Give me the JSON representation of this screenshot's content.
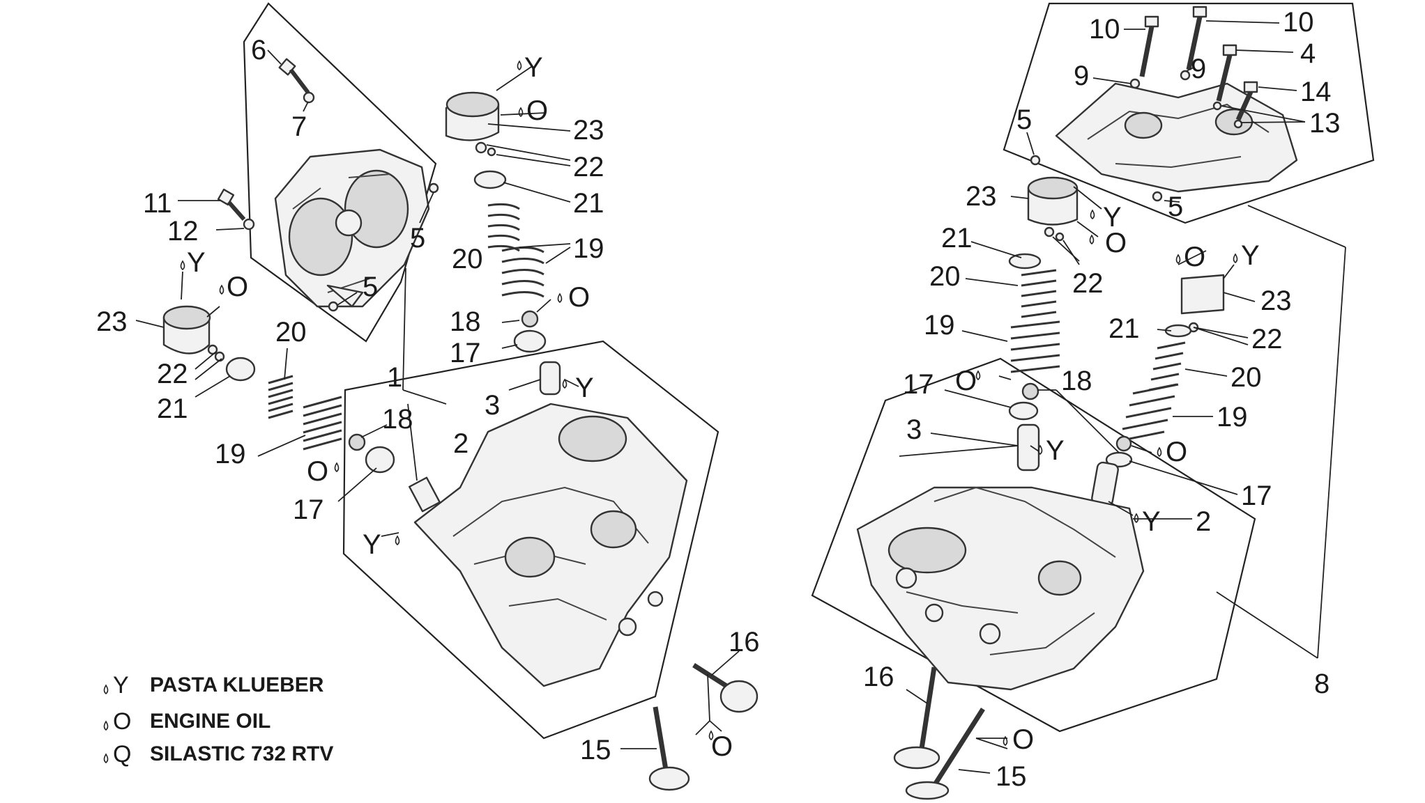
{
  "legend": [
    {
      "symbol": "Y",
      "text": "PASTA KLUEBER"
    },
    {
      "symbol": "O",
      "text": "ENGINE OIL"
    },
    {
      "symbol": "Q",
      "text": "SILASTIC 732 RTV"
    }
  ],
  "callouts": {
    "l_6": "6",
    "l_7": "7",
    "l_11": "11",
    "l_12": "12",
    "l_5a": "5",
    "l_5b": "5",
    "l_23a": "23",
    "l_y_a": "Y",
    "l_o_a": "O",
    "l_22a": "22",
    "l_21a": "21",
    "l_20a": "20",
    "l_19a": "19",
    "l_18a": "18",
    "l_o_b": "O",
    "l_17a": "17",
    "l_1": "1",
    "l_2": "2",
    "l_3": "3",
    "l_y_b": "Y",
    "l_y_c": "Y",
    "c_y_a": "Y",
    "c_o_a": "O",
    "c_23": "23",
    "c_22": "22",
    "c_21": "21",
    "c_20": "20",
    "c_19": "19",
    "c_18": "18",
    "c_o_b": "O",
    "c_17": "17",
    "b_16": "16",
    "b_15": "15",
    "b_o": "O",
    "r_10a": "10",
    "r_10b": "10",
    "r_4": "4",
    "r_9a": "9",
    "r_9b": "9",
    "r_14": "14",
    "r_13": "13",
    "r_5a": "5",
    "r_5b": "5",
    "r_23a": "23",
    "r_y_a": "Y",
    "r_o_a": "O",
    "r_21a": "21",
    "r_22a": "22",
    "r_20a": "20",
    "r_19a": "19",
    "r_o_b": "O",
    "r_17a": "17",
    "r_18": "18",
    "r_3": "3",
    "r_y_b": "Y",
    "r_o_c": "O",
    "r_y_c": "Y",
    "r_23b": "23",
    "r_21b": "21",
    "r_22b": "22",
    "r_20b": "20",
    "r_19b": "19",
    "r_o_d": "O",
    "r_17b": "17",
    "r_y_d": "Y",
    "r_2": "2",
    "r_16": "16",
    "r_15": "15",
    "r_o_e": "O",
    "r_8": "8"
  }
}
